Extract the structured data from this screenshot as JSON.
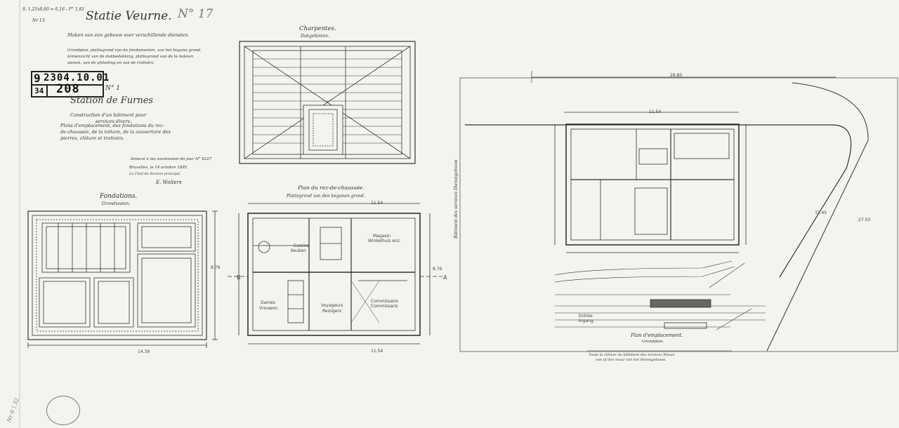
{
  "header": {
    "corner_note": "S. 1,25x0,60 = 0,16 - F° 1,81",
    "title": "Statie Veurne.",
    "sheet_no": "N° 17",
    "subtitle_nl": "Maken van een gebouw voor verschillende diensten.",
    "desc_nl": [
      "Grondplan, plattegrond van de fondamenten, van het bogane grond,",
      "kinnenzicht van de dakbedekking, plattegrond van de te bakken",
      "stenen, van de afsluiting en van de trottoirs."
    ]
  },
  "stamp": {
    "row1_prefix": "9",
    "row1_code": "2304.10.01",
    "row2_prefix": "34",
    "row2_code": "208"
  },
  "doc": {
    "number": "N° 1",
    "station_fr": "Station de Furnes",
    "construction_fr": [
      "Construction d'un bâtiment pour",
      "services divers."
    ],
    "plan_desc_fr": [
      "Plans d'emplacement, des fondations du rez-",
      "de-chaussée, de la toiture, de la couverture des",
      "pierres, clôture et trottoirs."
    ],
    "annex_note": "Annexé à ma soumission du jour N° 8227",
    "place_date": "Bruxelles, le 14 octobre 1895",
    "signature_role": "Le Chef de Section principal",
    "signature": "E. Wolters"
  },
  "drawings": {
    "foundations": {
      "title": "Fondations.",
      "subtitle": "Grondvesten."
    },
    "roof": {
      "title": "Charpentes.",
      "subtitle": "Dakgebinten."
    },
    "ground_floor": {
      "title": "Plan du rez-de-chaussée.",
      "subtitle": "Plattegrond van den beganen grond.",
      "rooms": [
        {
          "name": "Cuisine",
          "sub": "Keuken"
        },
        {
          "name": "Magasin",
          "sub": "Winkelhuis enz."
        },
        {
          "name": "Dames",
          "sub": "Vrouwen"
        },
        {
          "name": "Voyageurs",
          "sub": "Reizigers"
        },
        {
          "name": "Commissaire",
          "sub": "Commissaris"
        }
      ],
      "section_mark_a": "A",
      "section_mark_b": "B"
    },
    "site_plan": {
      "title": "Plan d'emplacement.",
      "subtitle": "Grondplan.",
      "vertical_label": "Bâtiment des services Dienstgebouw",
      "station_label_top": "Entrée",
      "station_label_sub": "Ingang",
      "note_line1": "Toute la clôture du bâtiment des services Neuve",
      "note_line2": "van af den muur van het dienstgebouw."
    }
  },
  "dimensions": {
    "foundations_width": "14.39",
    "foundations_height": "8.79",
    "groundfloor_top": "11.54",
    "groundfloor_bottom": "11.54",
    "groundfloor_height": "8.76",
    "site_top": "28.80",
    "site_inner": "11.54",
    "site_right": "27.50",
    "site_diag": "32.45"
  },
  "side_notes": {
    "left_margin": "Nr 6 | 32",
    "left_top": "Nr 13"
  }
}
